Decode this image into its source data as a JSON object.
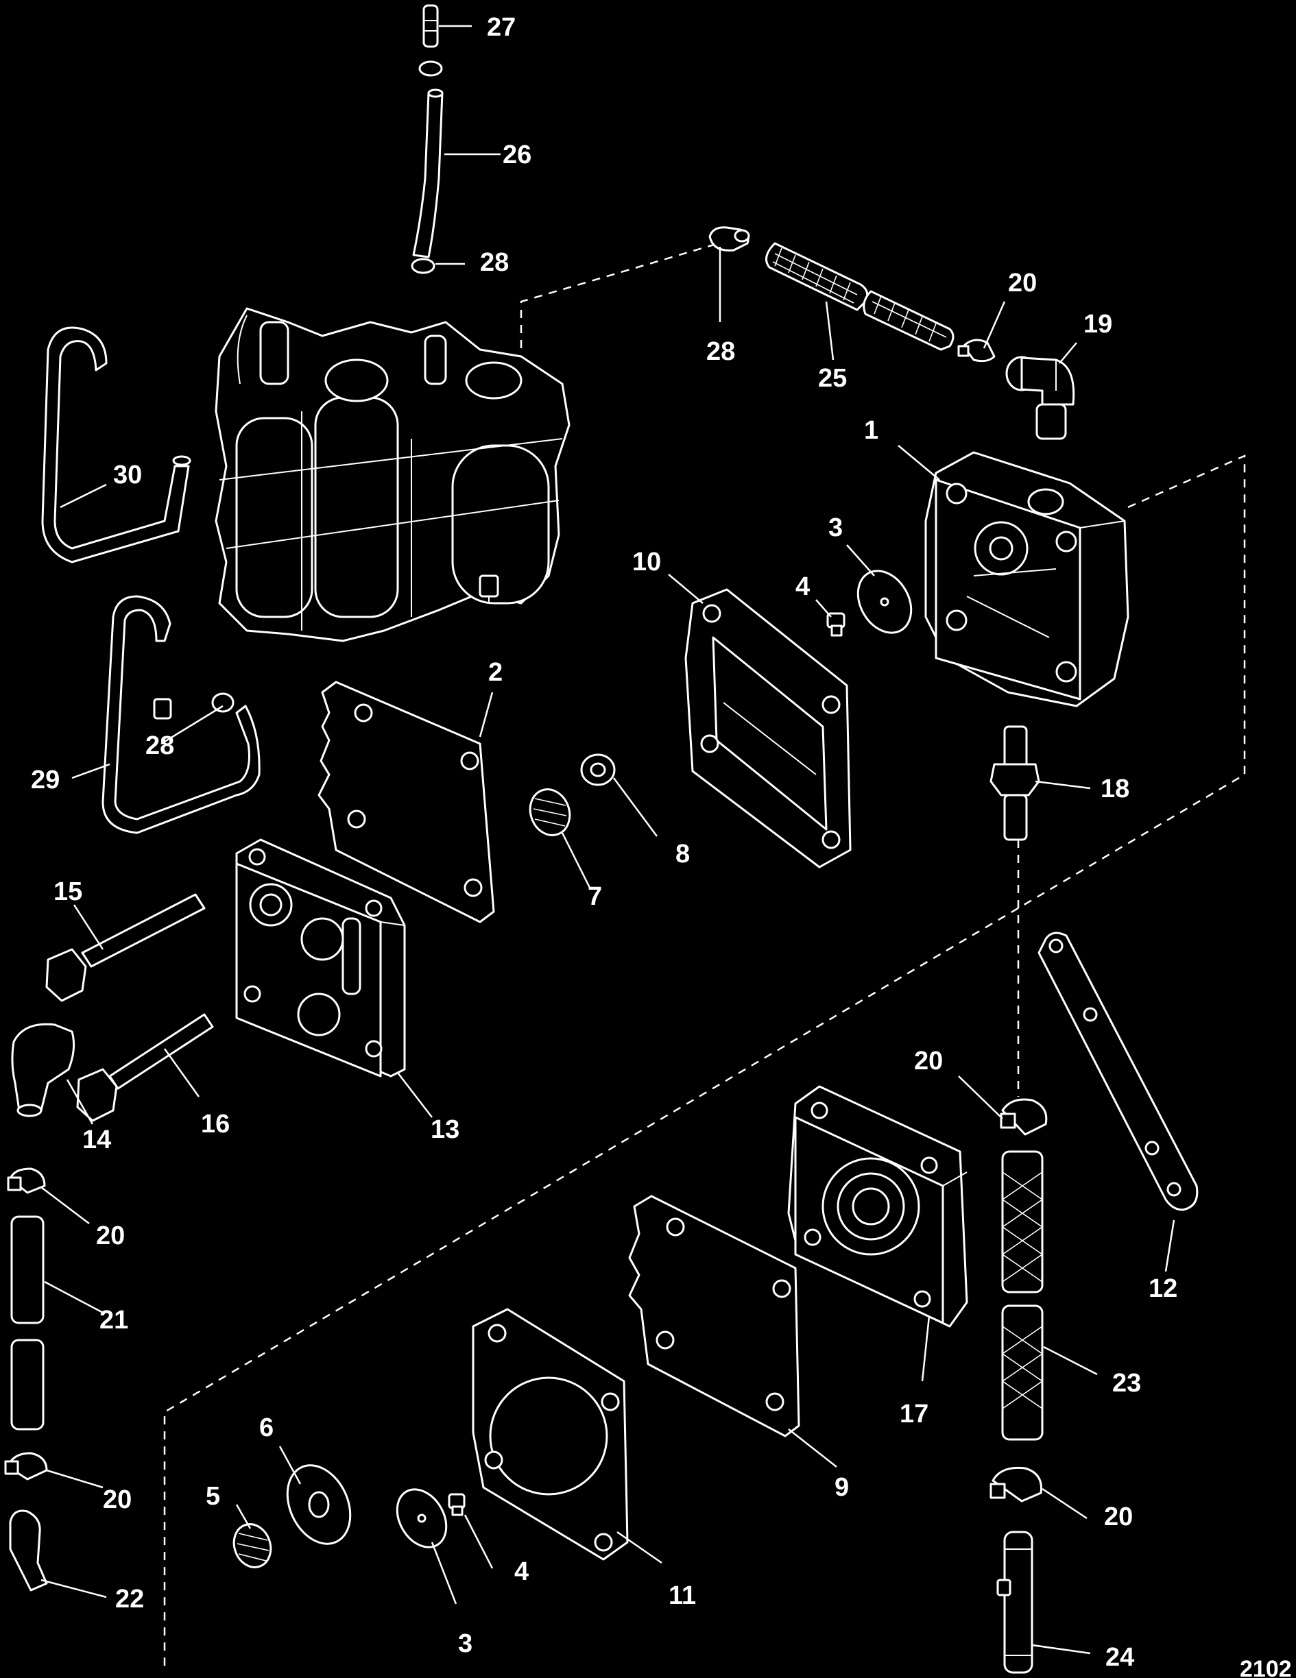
{
  "callouts": [
    "27",
    "26",
    "28",
    "28",
    "25",
    "20",
    "19",
    "1",
    "30",
    "3",
    "10",
    "4",
    "2",
    "28",
    "29",
    "18",
    "8",
    "7",
    "15",
    "12",
    "20",
    "14",
    "16",
    "13",
    "20",
    "21",
    "17",
    "23",
    "9",
    "6",
    "20",
    "5",
    "4",
    "3",
    "11",
    "20",
    "22",
    "24"
  ],
  "figure_id": "2102"
}
